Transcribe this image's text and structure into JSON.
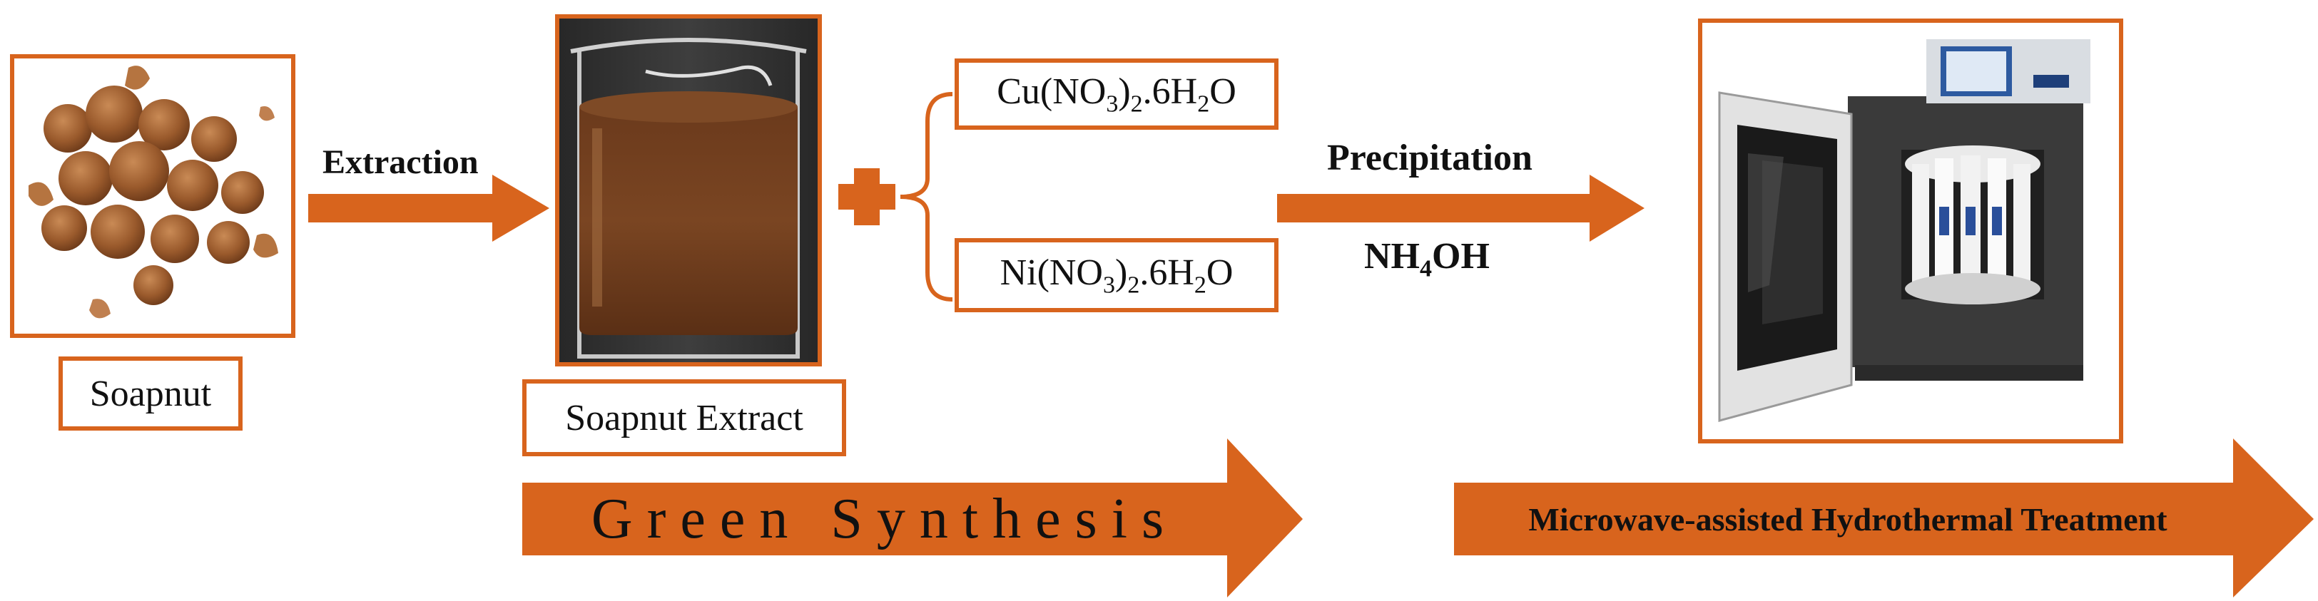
{
  "colors": {
    "accent": "#d8641d",
    "text": "#111111"
  },
  "steps": {
    "soapnut_label": "Soapnut",
    "extraction_label": "Extraction",
    "extract_label": "Soapnut Extract",
    "plus_icon": "plus-icon",
    "reagent_1": {
      "main": "Cu(NO",
      "sub1": "3",
      "mid": ")",
      "sub2": "2",
      "tail": ".6H",
      "sub3": "2",
      "end": "O"
    },
    "reagent_2": {
      "main": "Ni(NO",
      "sub1": "3",
      "mid": ")",
      "sub2": "2",
      "tail": ".6H",
      "sub3": "2",
      "end": "O"
    },
    "precipitation_label": "Precipitation",
    "reagent_base": {
      "main": "NH",
      "sub": "4",
      "end": "OH"
    }
  },
  "banners": {
    "green_synthesis": "Green Synthesis",
    "microwave": "Microwave-assisted Hydrothermal Treatment"
  }
}
